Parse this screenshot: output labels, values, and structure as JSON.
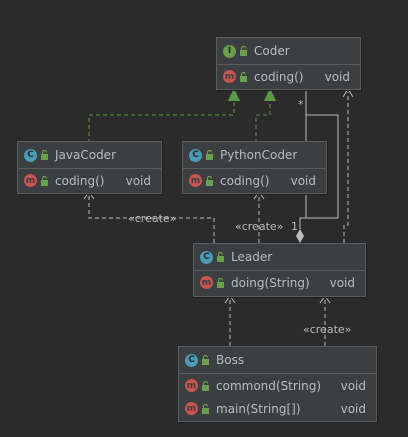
{
  "coder": {
    "name": "Coder",
    "kind_icon": "interface-icon",
    "methods": [
      {
        "name": "coding()",
        "ret": "void"
      }
    ]
  },
  "javacoder": {
    "name": "JavaCoder",
    "kind_icon": "class-icon",
    "methods": [
      {
        "name": "coding()",
        "ret": "void"
      }
    ]
  },
  "pythoncoder": {
    "name": "PythonCoder",
    "kind_icon": "class-icon",
    "methods": [
      {
        "name": "coding()",
        "ret": "void"
      }
    ]
  },
  "leader": {
    "name": "Leader",
    "kind_icon": "class-icon",
    "methods": [
      {
        "name": "doing(String)",
        "ret": "void"
      }
    ]
  },
  "boss": {
    "name": "Boss",
    "kind_icon": "class-icon",
    "methods": [
      {
        "name": "commond(String)",
        "ret": "void"
      },
      {
        "name": "main(String[])",
        "ret": "void"
      }
    ]
  },
  "badges": {
    "interface": "I",
    "class": "C",
    "method": "m"
  },
  "labels": {
    "create": "«create»",
    "multiplicity_many": "*",
    "multiplicity_one": "1"
  },
  "colors": {
    "background": "#2b2b2b",
    "box": "#3c3f41",
    "realization": "#5a9a46",
    "dependency": "#bbbbbb",
    "interface_badge": "#6a9f4b",
    "class_badge": "#4a9bb5",
    "method_badge": "#c75450"
  }
}
